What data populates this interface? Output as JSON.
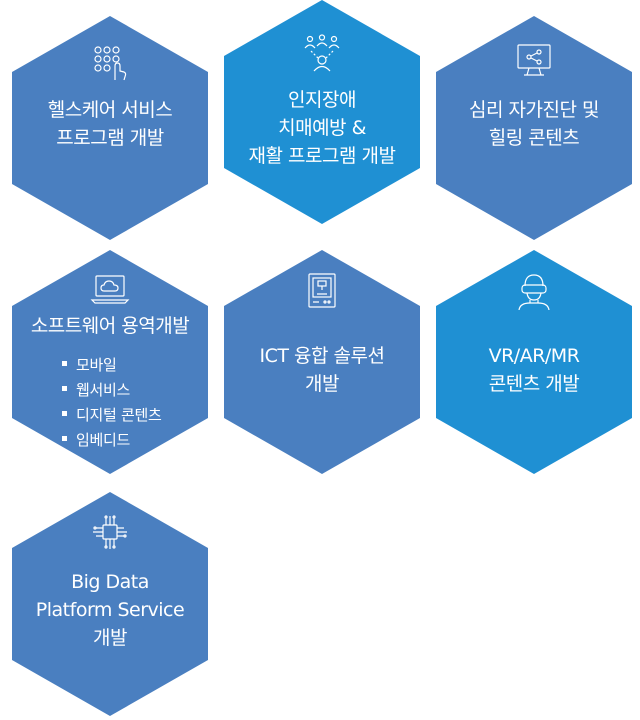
{
  "colors": {
    "slate": "#4a7fc0",
    "cyan": "#1f90d3",
    "text": "#ffffff"
  },
  "hexes": [
    {
      "icon": "keypad-touch-icon",
      "lines": [
        "헬스케어 서비스",
        "프로그램 개발"
      ]
    },
    {
      "icon": "group-network-icon",
      "lines": [
        "인지장애",
        "치매예방 &",
        "재활 프로그램 개발"
      ]
    },
    {
      "icon": "monitor-share-icon",
      "lines": [
        "심리 자가진단 및",
        "힐링 콘텐츠"
      ]
    },
    {
      "icon": "laptop-cloud-icon",
      "lines": [
        "소프트웨어 용역개발"
      ],
      "bullets": [
        "모바일",
        "웹서비스",
        "디지털 콘텐츠",
        "임베디드"
      ]
    },
    {
      "icon": "3d-printer-icon",
      "lines": [
        "ICT 융합 솔루션",
        "개발"
      ]
    },
    {
      "icon": "vr-headset-user-icon",
      "lines": [
        "VR/AR/MR",
        "콘텐츠 개발"
      ]
    },
    {
      "icon": "chip-circuit-icon",
      "lines": [
        "Big Data",
        "Platform Service",
        "개발"
      ]
    }
  ]
}
